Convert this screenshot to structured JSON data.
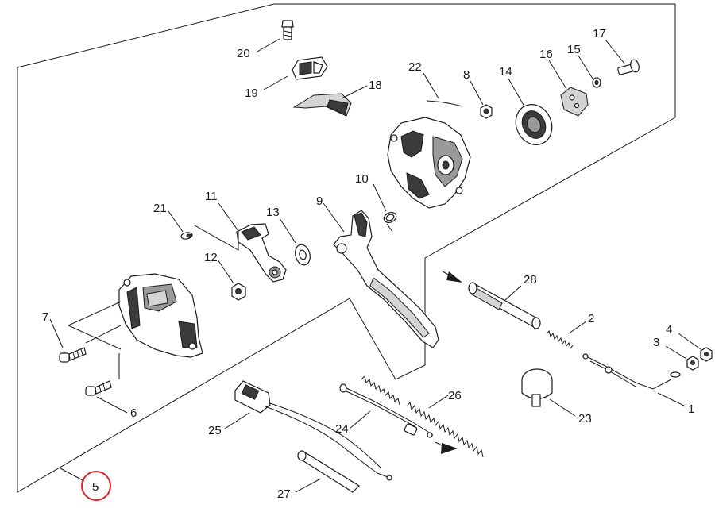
{
  "diagram": {
    "callouts": {
      "c1": "1",
      "c2": "2",
      "c3": "3",
      "c4": "4",
      "c5": "5",
      "c6": "6",
      "c7": "7",
      "c8": "8",
      "c9": "9",
      "c10": "10",
      "c11": "11",
      "c12": "12",
      "c13": "13",
      "c14": "14",
      "c15": "15",
      "c16": "16",
      "c17": "17",
      "c18": "18",
      "c19": "19",
      "c20": "20",
      "c21": "21",
      "c22": "22",
      "c23": "23",
      "c24": "24",
      "c25": "25",
      "c26": "26",
      "c27": "27",
      "c28": "28"
    },
    "highlighted_callout": "5",
    "colors": {
      "ink": "#1a1a1a",
      "highlight": "#d9262b",
      "paper": "#ffffff"
    }
  }
}
